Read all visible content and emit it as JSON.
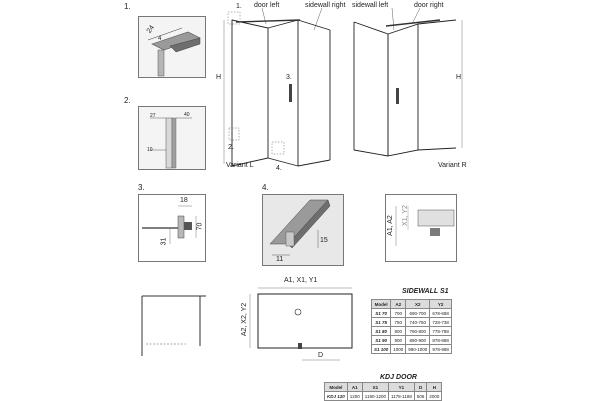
{
  "callouts": {
    "c1": "1.",
    "c2": "2.",
    "c3": "3.",
    "c4": "4.",
    "m3": "3.",
    "m2": "2.",
    "m4": "4.",
    "m1": "1."
  },
  "variant_l": {
    "label": "Variant L",
    "door": "door left",
    "sidewall": "sidewall right",
    "h": "H"
  },
  "variant_r": {
    "label": "Variant R",
    "door": "door right",
    "sidewall": "sidewall left",
    "h": "H"
  },
  "detail1": {
    "dim1": "24",
    "dim2": "4"
  },
  "detail2": {
    "dim1": "27",
    "dim2": "40",
    "dim3": "10"
  },
  "detail3": {
    "d18": "18",
    "d70": "70",
    "d31": "31"
  },
  "detail4": {
    "d15": "15",
    "d11": "11"
  },
  "detail5": {
    "a1a2": "A1, A2",
    "x1y2": "X1, Y2"
  },
  "plan": {
    "top": "A1, X1, Y1",
    "side": "A2, X2, Y2",
    "d": "D"
  },
  "sidewall_table": {
    "title": "SIDEWALL S1",
    "headers": [
      "Model",
      "A2",
      "X2",
      "Y2"
    ],
    "rows": [
      [
        "S1 70",
        "700",
        "690-700",
        "678-688"
      ],
      [
        "S1 75",
        "750",
        "740-750",
        "728-738"
      ],
      [
        "S1 80",
        "800",
        "790-800",
        "778-788"
      ],
      [
        "S1 90",
        "900",
        "890-900",
        "878-888"
      ],
      [
        "S1 100",
        "1000",
        "990-1000",
        "978-988"
      ]
    ]
  },
  "door_table": {
    "title": "KDJ DOOR",
    "headers": [
      "Model",
      "A1",
      "X1",
      "Y1",
      "D",
      "H"
    ],
    "rows": [
      [
        "KDJ 120",
        "1200",
        "1190-1200",
        "1178-1188",
        "506",
        "2000"
      ]
    ]
  }
}
